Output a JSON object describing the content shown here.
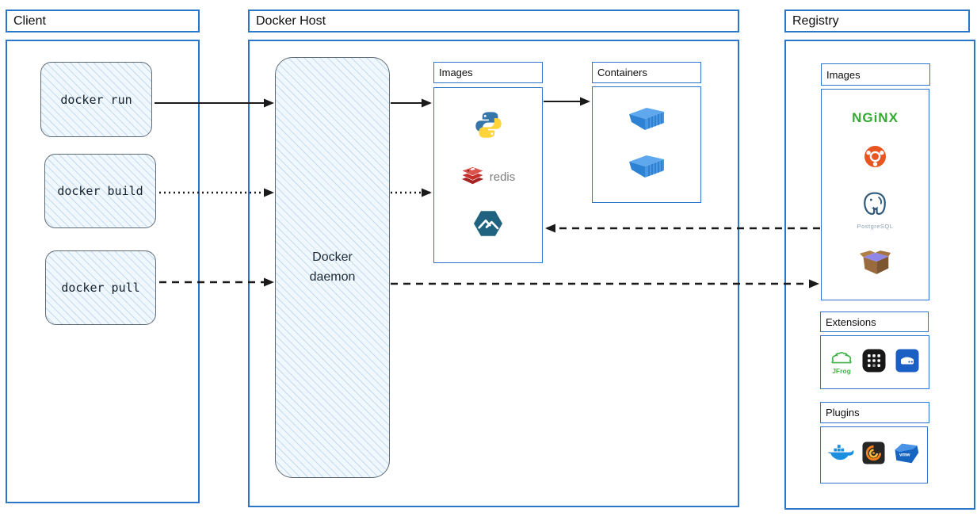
{
  "client": {
    "title": "Client",
    "commands": [
      {
        "label": "docker run"
      },
      {
        "label": "docker build"
      },
      {
        "label": "docker pull"
      }
    ]
  },
  "docker_host": {
    "title": "Docker Host",
    "daemon": {
      "line1": "Docker",
      "line2": "daemon"
    },
    "images": {
      "title": "Images",
      "items": [
        "python-icon",
        "redis-icon",
        "alpine-icon"
      ],
      "redis_label": "redis"
    },
    "containers": {
      "title": "Containers",
      "container_count": 2
    }
  },
  "registry": {
    "title": "Registry",
    "images": {
      "title": "Images",
      "items": [
        "nginx-logo",
        "ubuntu-icon",
        "postgresql-icon",
        "package-box-icon"
      ],
      "nginx_label": "NGiNX",
      "postgresql_label": "PostgreSQL"
    },
    "extensions": {
      "title": "Extensions",
      "items": [
        "jfrog-icon",
        "apps-grid-icon",
        "registry-cache-icon"
      ],
      "jfrog_label": "JFrog"
    },
    "plugins": {
      "title": "Plugins",
      "items": [
        "docker-whale-icon",
        "grafana-icon",
        "vmware-icon"
      ],
      "vmware_label": "vmw"
    }
  },
  "arrows": [
    {
      "name": "run-to-daemon",
      "style": "solid",
      "from": "docker run",
      "to": "Docker daemon"
    },
    {
      "name": "build-to-daemon",
      "style": "dotted",
      "from": "docker build",
      "to": "Docker daemon"
    },
    {
      "name": "pull-to-daemon",
      "style": "dashed",
      "from": "docker pull",
      "to": "Docker daemon"
    },
    {
      "name": "daemon-to-images-solid",
      "style": "solid",
      "from": "Docker daemon",
      "to": "Images"
    },
    {
      "name": "daemon-to-images-dotted",
      "style": "dotted",
      "from": "Docker daemon",
      "to": "Images"
    },
    {
      "name": "images-to-containers",
      "style": "solid",
      "from": "Images",
      "to": "Containers"
    },
    {
      "name": "registry-images-to-host-images",
      "style": "dashed",
      "from": "Registry Images",
      "to": "Host Images"
    },
    {
      "name": "daemon-to-registry-images",
      "style": "dashed",
      "from": "Docker daemon",
      "to": "Registry Images"
    }
  ],
  "colors": {
    "border_blue": "#2b76c9",
    "sketch_stroke": "#5f6b73",
    "sketch_fill": "#f0f7fd",
    "arrow_black": "#1a1a1a",
    "nginx_green": "#34a833",
    "ubuntu_orange": "#e95420",
    "redis_red": "#c6302b",
    "docker_blue": "#1d8fe1"
  }
}
